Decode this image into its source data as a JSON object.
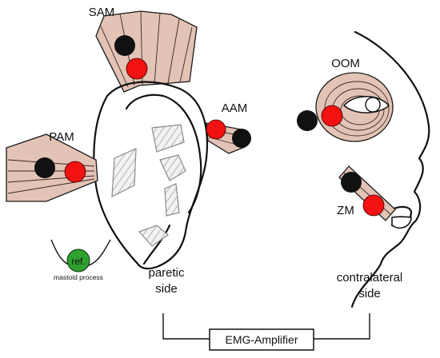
{
  "labels": {
    "sam": "SAM",
    "aam": "AAM",
    "pam": "PAM",
    "oom": "OOM",
    "zm": "ZM",
    "ref": "ref.",
    "mastoid": "mastoid process",
    "paretic_line1": "paretic",
    "paretic_line2": "side",
    "contra_line1": "contralateral",
    "contra_line2": "side",
    "amplifier": "EMG-Amplifier"
  },
  "colors": {
    "muscle": "#e3c3b5",
    "electrode_active": "#f21212",
    "electrode_passive": "#111111",
    "reference_electrode": "#2ea02e"
  }
}
